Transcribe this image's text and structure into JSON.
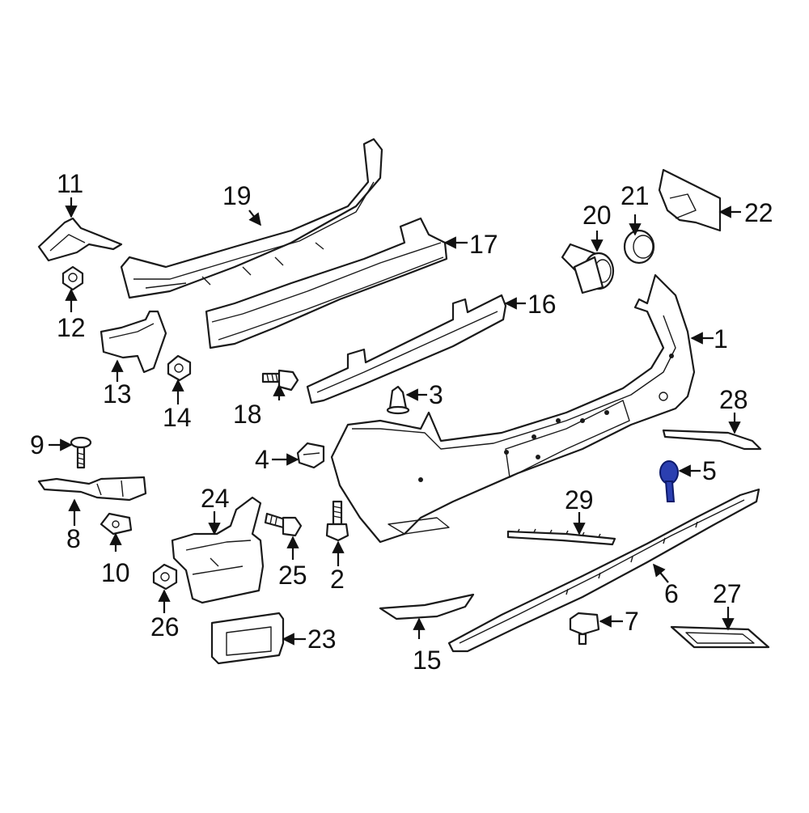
{
  "diagram": {
    "highlight_color": "#2b3fb0",
    "highlighted_part": "5",
    "callouts": {
      "c1": "1",
      "c2": "2",
      "c3": "3",
      "c4": "4",
      "c5": "5",
      "c6": "6",
      "c7": "7",
      "c8": "8",
      "c9": "9",
      "c10": "10",
      "c11": "11",
      "c12": "12",
      "c13": "13",
      "c14": "14",
      "c15": "15",
      "c16": "16",
      "c17": "17",
      "c18": "18",
      "c19": "19",
      "c20": "20",
      "c21": "21",
      "c22": "22",
      "c23": "23",
      "c24": "24",
      "c25": "25",
      "c26": "26",
      "c27": "27",
      "c28": "28",
      "c29": "29"
    }
  }
}
